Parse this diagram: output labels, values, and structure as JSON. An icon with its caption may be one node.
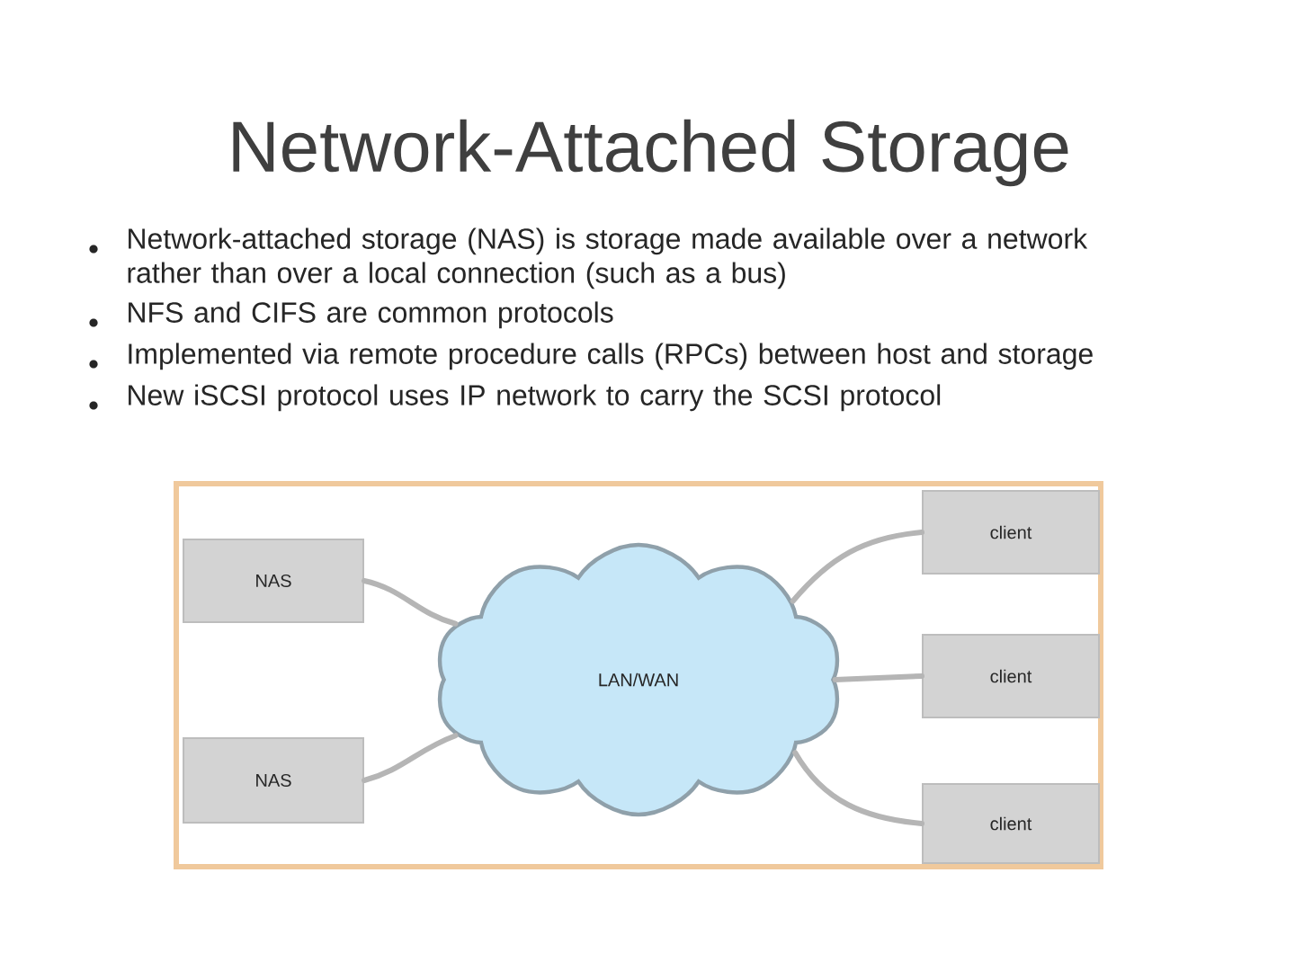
{
  "diagram": {
    "title": "Network-Attached Storage",
    "nodes": [
      {
        "text": [
          "NAS"
        ]
      },
      {
        "text": [
          "NAS"
        ]
      },
      {
        "text": [
          "LAN/WAN"
        ]
      },
      {
        "text": [
          "client"
        ]
      },
      {
        "text": [
          "client"
        ]
      },
      {
        "text": [
          "client"
        ]
      }
    ],
    "edges": [
      {
        "from": 0,
        "to": 2,
        "arrow": "none"
      },
      {
        "from": 1,
        "to": 2,
        "arrow": "none"
      },
      {
        "from": 2,
        "to": 3,
        "arrow": "none"
      },
      {
        "from": 2,
        "to": 4,
        "arrow": "none"
      },
      {
        "from": 2,
        "to": 5,
        "arrow": "none"
      }
    ],
    "labels": [
      "Network-attached storage (NAS) is storage made available over a network rather than over a local connection (such as a bus)",
      "NFS and CIFS are common protocols",
      "Implemented via remote procedure calls (RPCs) between host and storage",
      "New iSCSI protocol uses IP network to carry the SCSI protocol"
    ]
  }
}
